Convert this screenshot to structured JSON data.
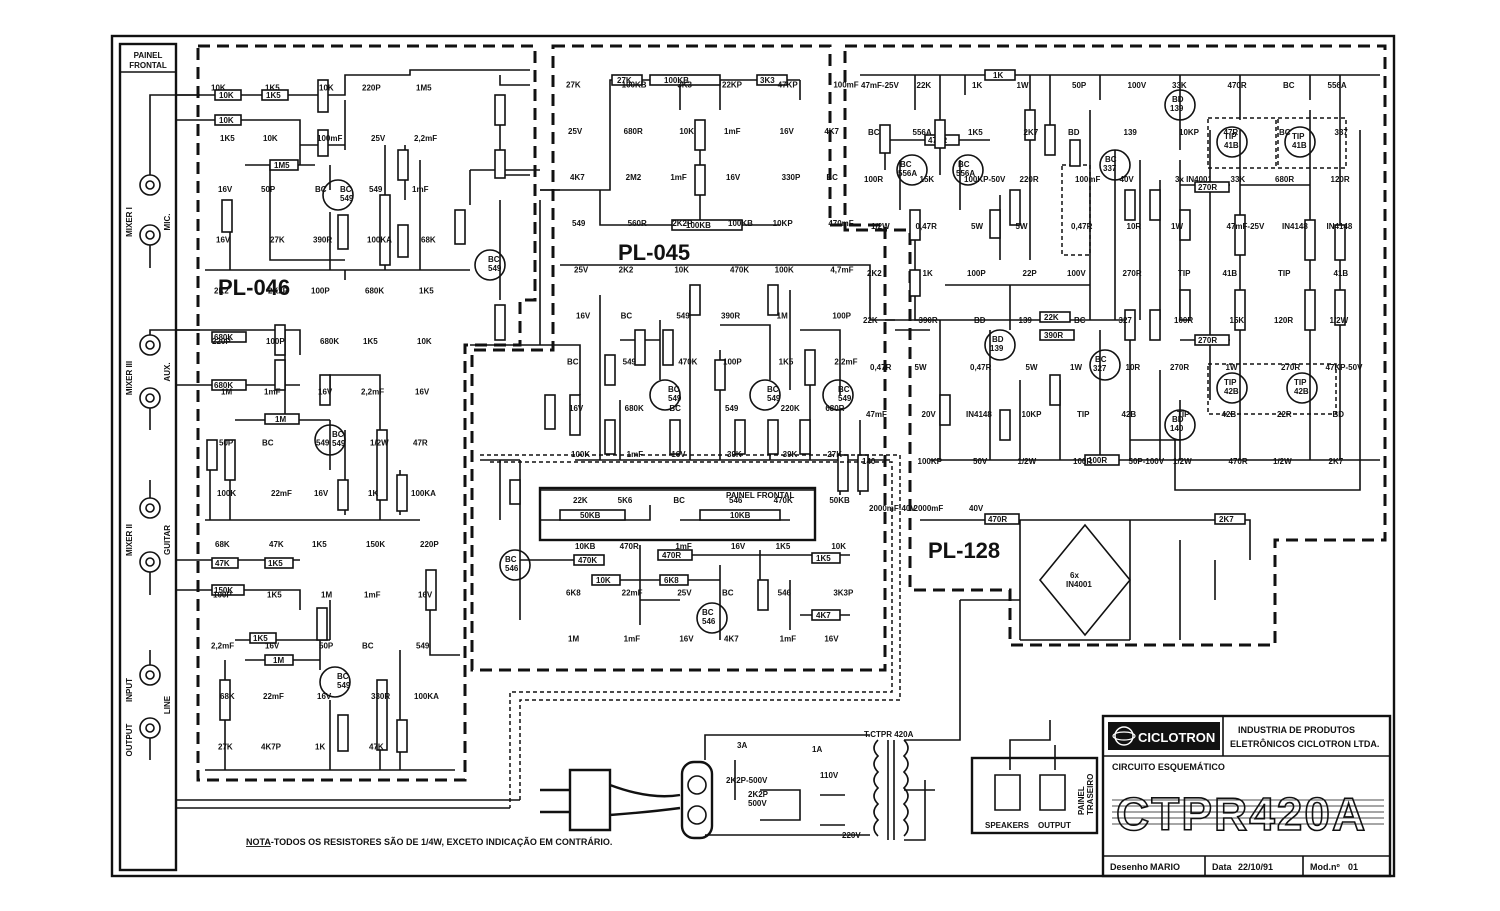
{
  "labels": {
    "painel_frontal_left": [
      "PAINEL",
      "FRONTAL"
    ],
    "pl046": "PL-046",
    "pl045": "PL-045",
    "pl128": "PL-128",
    "painel_frontal_inner": "PAINEL FRONTAL",
    "mixer1": "MIXER I",
    "mic": "MIC.",
    "mixer3": "MIXER III",
    "aux": "AUX.",
    "mixer2": "MIXER II",
    "guitar": "GUITAR",
    "input": "INPUT",
    "line": "LINE",
    "output": "OUTPUT",
    "transformer": "T.CTPR 420A",
    "fuse_1a": "1A",
    "switch_3a": "3A",
    "v110": "110V",
    "v220": "220V",
    "cap_line1": "2K2P-500V",
    "cap_line2": "2K2P",
    "cap_line3": "500V",
    "speakers": "SPEAKERS",
    "output_jack": "OUTPUT",
    "painel_traseiro": [
      "PAINEL",
      "TRASEIRO"
    ],
    "bridge": [
      "6x",
      "IN4001"
    ]
  },
  "note": {
    "prefix": "NOTA",
    "text": "-TODOS OS RESISTORES SÃO DE 1/4W, EXCETO INDICAÇÃO EM CONTRÁRIO."
  },
  "title_block": {
    "logo": "CICLOTRON",
    "company_line1": "INDUSTRIA DE PRODUTOS",
    "company_line2": "ELETRÔNICOS CICLOTRON LTDA.",
    "subtitle": "CIRCUITO ESQUEMÁTICO",
    "model": "CTPR420A",
    "desenho_label": "Desenho",
    "desenho_value": "MARIO",
    "data_label": "Data",
    "data_value": "22/10/91",
    "mod_label": "Mod.nº",
    "mod_value": "01"
  },
  "components": {
    "pl046": [
      "10K",
      "1K5",
      "10K",
      "220P",
      "1M5",
      "1K5",
      "10K",
      "100mF",
      "25V",
      "2,2mF",
      "16V",
      "50P",
      "BC",
      "549",
      "1mF",
      "16V",
      "27K",
      "390R",
      "100KA",
      "68K",
      "2K2",
      "2K2P",
      "100P",
      "680K",
      "1K5",
      "220P",
      "100P",
      "680K",
      "1K5",
      "10K",
      "1M",
      "1mF",
      "16V",
      "2,2mF",
      "16V",
      "50P",
      "BC",
      "549",
      "1/2W",
      "47R",
      "100K",
      "22mF",
      "16V",
      "1K",
      "100KA",
      "68K",
      "47K",
      "1K5",
      "150K",
      "220P",
      "100P",
      "1K5",
      "1M",
      "1mF",
      "16V",
      "2,2mF",
      "16V",
      "50P",
      "BC",
      "549",
      "68K",
      "22mF",
      "16V",
      "330R",
      "100KA",
      "27K",
      "4K7P",
      "1K",
      "47K"
    ],
    "pl045": [
      "27K",
      "100KB",
      "3K3",
      "22KP",
      "47KP",
      "100mF",
      "25V",
      "680R",
      "10K",
      "1mF",
      "16V",
      "4K7",
      "4K7",
      "2M2",
      "1mF",
      "16V",
      "330P",
      "BC",
      "549",
      "560R",
      "2K2P",
      "100KB",
      "10KP",
      "470mF",
      "25V",
      "2K2",
      "10K",
      "470K",
      "100K",
      "4,7mF",
      "16V",
      "BC",
      "549",
      "390R",
      "1M",
      "100P",
      "BC",
      "549",
      "470K",
      "100P",
      "1K5",
      "2,2mF",
      "16V",
      "680K",
      "BC",
      "549",
      "220K",
      "680R",
      "100K",
      "1mF",
      "16V",
      "39K",
      "39K",
      "27K",
      "22K",
      "5K6",
      "BC",
      "546",
      "470K",
      "50KB",
      "10KB",
      "470R",
      "1mF",
      "16V",
      "1K5",
      "10K",
      "6K8",
      "22mF",
      "25V",
      "BC",
      "546",
      "3K3P",
      "1M",
      "1mF",
      "16V",
      "4K7",
      "1mF",
      "16V"
    ],
    "pl128": [
      "47mF-25V",
      "22K",
      "1K",
      "1W",
      "50P",
      "100V",
      "33K",
      "470R",
      "BC",
      "556A",
      "BC",
      "556A",
      "1K5",
      "2K7",
      "BD",
      "139",
      "10KP",
      "47R",
      "BC",
      "337",
      "100R",
      "15K",
      "100KP-50V",
      "220R",
      "100mF",
      "40V",
      "3x IN4001",
      "33K",
      "680R",
      "120R",
      "1/2W",
      "0,47R",
      "5W",
      "5W",
      "0,47R",
      "10R",
      "1W",
      "47mF-25V",
      "IN4148",
      "IN4148",
      "2K2",
      "1K",
      "100P",
      "22P",
      "100V",
      "270R",
      "TIP",
      "41B",
      "TIP",
      "41B",
      "22K",
      "390R",
      "BD",
      "139",
      "BC",
      "327",
      "100R",
      "15K",
      "120R",
      "1/2W",
      "0,47R",
      "5W",
      "0,47R",
      "5W",
      "1W",
      "10R",
      "270R",
      "1W",
      "270R",
      "47KP-50V",
      "47mF",
      "20V",
      "IN4148",
      "10KP",
      "TIP",
      "42B",
      "TIP",
      "42B",
      "22R",
      "BD",
      "140",
      "100KP",
      "50V",
      "1/2W",
      "100R",
      "50P-100V",
      "1/2W",
      "470R",
      "1/2W",
      "2K7",
      "2000mF-40V",
      "2000mF",
      "40V"
    ]
  }
}
